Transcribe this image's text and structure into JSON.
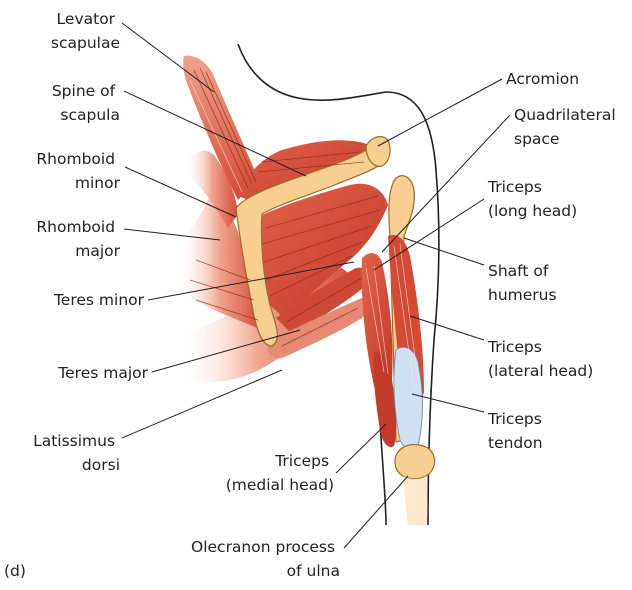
{
  "figure": {
    "panel_label": "(d)",
    "colors": {
      "muscle": "#d9503a",
      "muscle_dark": "#b3322a",
      "muscle_light": "#f3b8a6",
      "bone": "#f7cf91",
      "bone_edge": "#9a6c2c",
      "tendon": "#cfe0f2",
      "line": "#231f20"
    }
  },
  "labels": {
    "levator_scapulae": [
      "Levator",
      "scapulae"
    ],
    "spine_of_scapula": [
      "Spine of",
      "scapula"
    ],
    "rhomboid_minor": [
      "Rhomboid",
      "minor"
    ],
    "rhomboid_major": [
      "Rhomboid",
      "major"
    ],
    "teres_minor": [
      "Teres minor"
    ],
    "teres_major": [
      "Teres major"
    ],
    "latissimus_dorsi": [
      "Latissimus",
      "dorsi"
    ],
    "acromion": [
      "Acromion"
    ],
    "quadrilateral_space": [
      "Quadrilateral",
      "space"
    ],
    "triceps_long_head": [
      "Triceps",
      "(long head)"
    ],
    "shaft_of_humerus": [
      "Shaft of",
      "humerus"
    ],
    "triceps_lateral_head": [
      "Triceps",
      "(lateral head)"
    ],
    "triceps_tendon": [
      "Triceps",
      "tendon"
    ],
    "triceps_medial_head": [
      "Triceps",
      "(medial head)"
    ],
    "olecranon_process": [
      "Olecranon process",
      "of ulna"
    ]
  }
}
